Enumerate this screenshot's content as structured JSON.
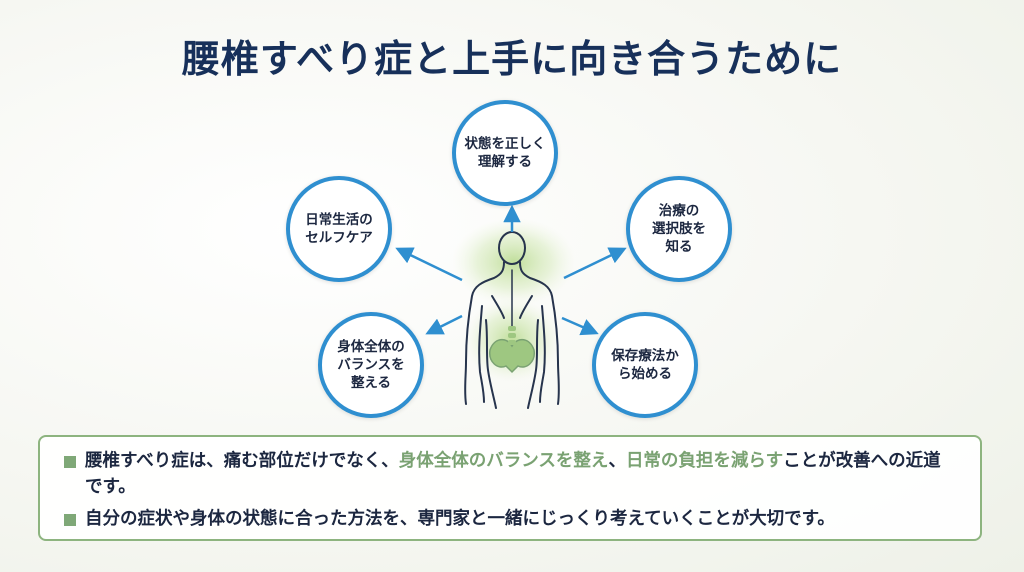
{
  "title": "腰椎すべり症と上手に向き合うために",
  "circles": {
    "top": "状態を正しく\n理解する",
    "left_upper": "日常生活の\nセルフケア",
    "right_upper": "治療の\n選択肢を\n知る",
    "left_lower": "身体全体の\nバランスを\n整える",
    "right_lower": "保存療法か\nら始める"
  },
  "summary": {
    "bullet1": {
      "part1": "腰椎すべり症は、痛む部位だけでなく、",
      "hl1": "身体全体のバランスを整え",
      "part2": "、",
      "hl2": "日常の負担を減らす",
      "part3": "ことが改善への近道です。"
    },
    "bullet2": "自分の症状や身体の状態に合った方法を、専門家と一緒にじっくり考えていくことが大切です。"
  },
  "colors": {
    "title": "#17305a",
    "circle_border": "#2f8fd0",
    "arrow": "#2f8fd0",
    "highlight": "#7aa272",
    "box_border": "#8db47f"
  }
}
